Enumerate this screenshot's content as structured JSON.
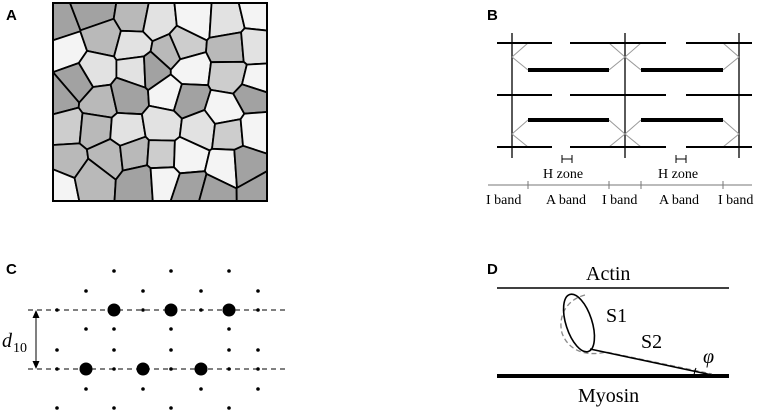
{
  "panels": {
    "a": {
      "letter": "A"
    },
    "b": {
      "letter": "B",
      "h_zone_labels": [
        "H zone",
        "H zone"
      ],
      "band_labels": [
        "I band",
        "A band",
        "I band",
        "A band",
        "I band"
      ]
    },
    "c": {
      "letter": "C",
      "spacing_label": "d",
      "spacing_subscript": "10"
    },
    "d": {
      "letter": "D",
      "top_filament": "Actin",
      "bottom_filament": "Myosin",
      "head_label": "S1",
      "neck_label": "S2",
      "angle_symbol": "φ"
    }
  },
  "colors": {
    "line": "#000000",
    "grey_line": "#999999",
    "dashed_grey": "#8a8a8a",
    "cell_shades": [
      "#f4f4f4",
      "#e2e2e2",
      "#cdcdcd",
      "#b9b9b9",
      "#a2a2a2"
    ]
  }
}
